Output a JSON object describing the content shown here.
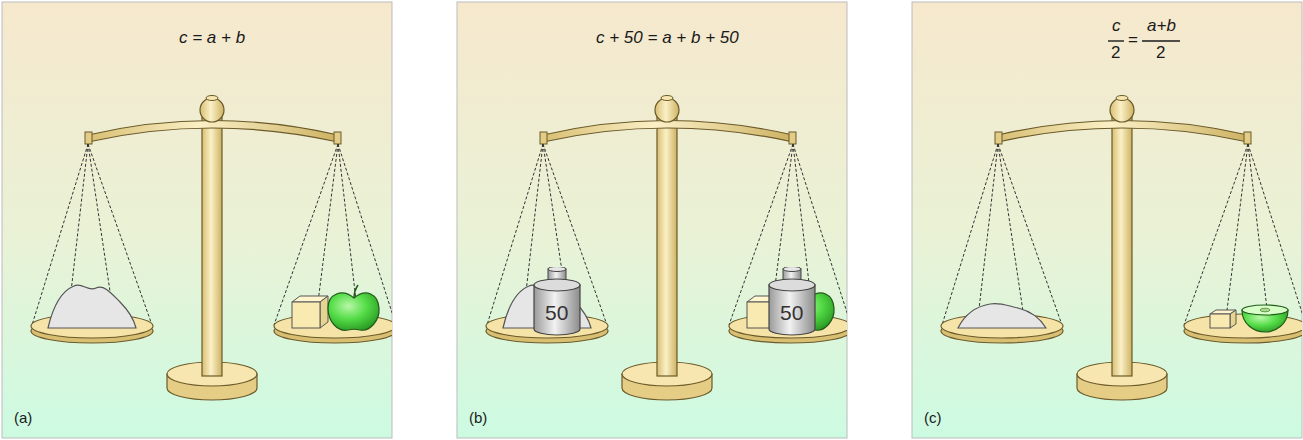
{
  "diagram": {
    "labels": [
      "c = a + b",
      "(a)",
      "c + 50 = a + b + 50",
      "50",
      "50",
      "(b)",
      "c",
      "2",
      "=",
      "a+b",
      "2",
      "(c)"
    ]
  }
}
